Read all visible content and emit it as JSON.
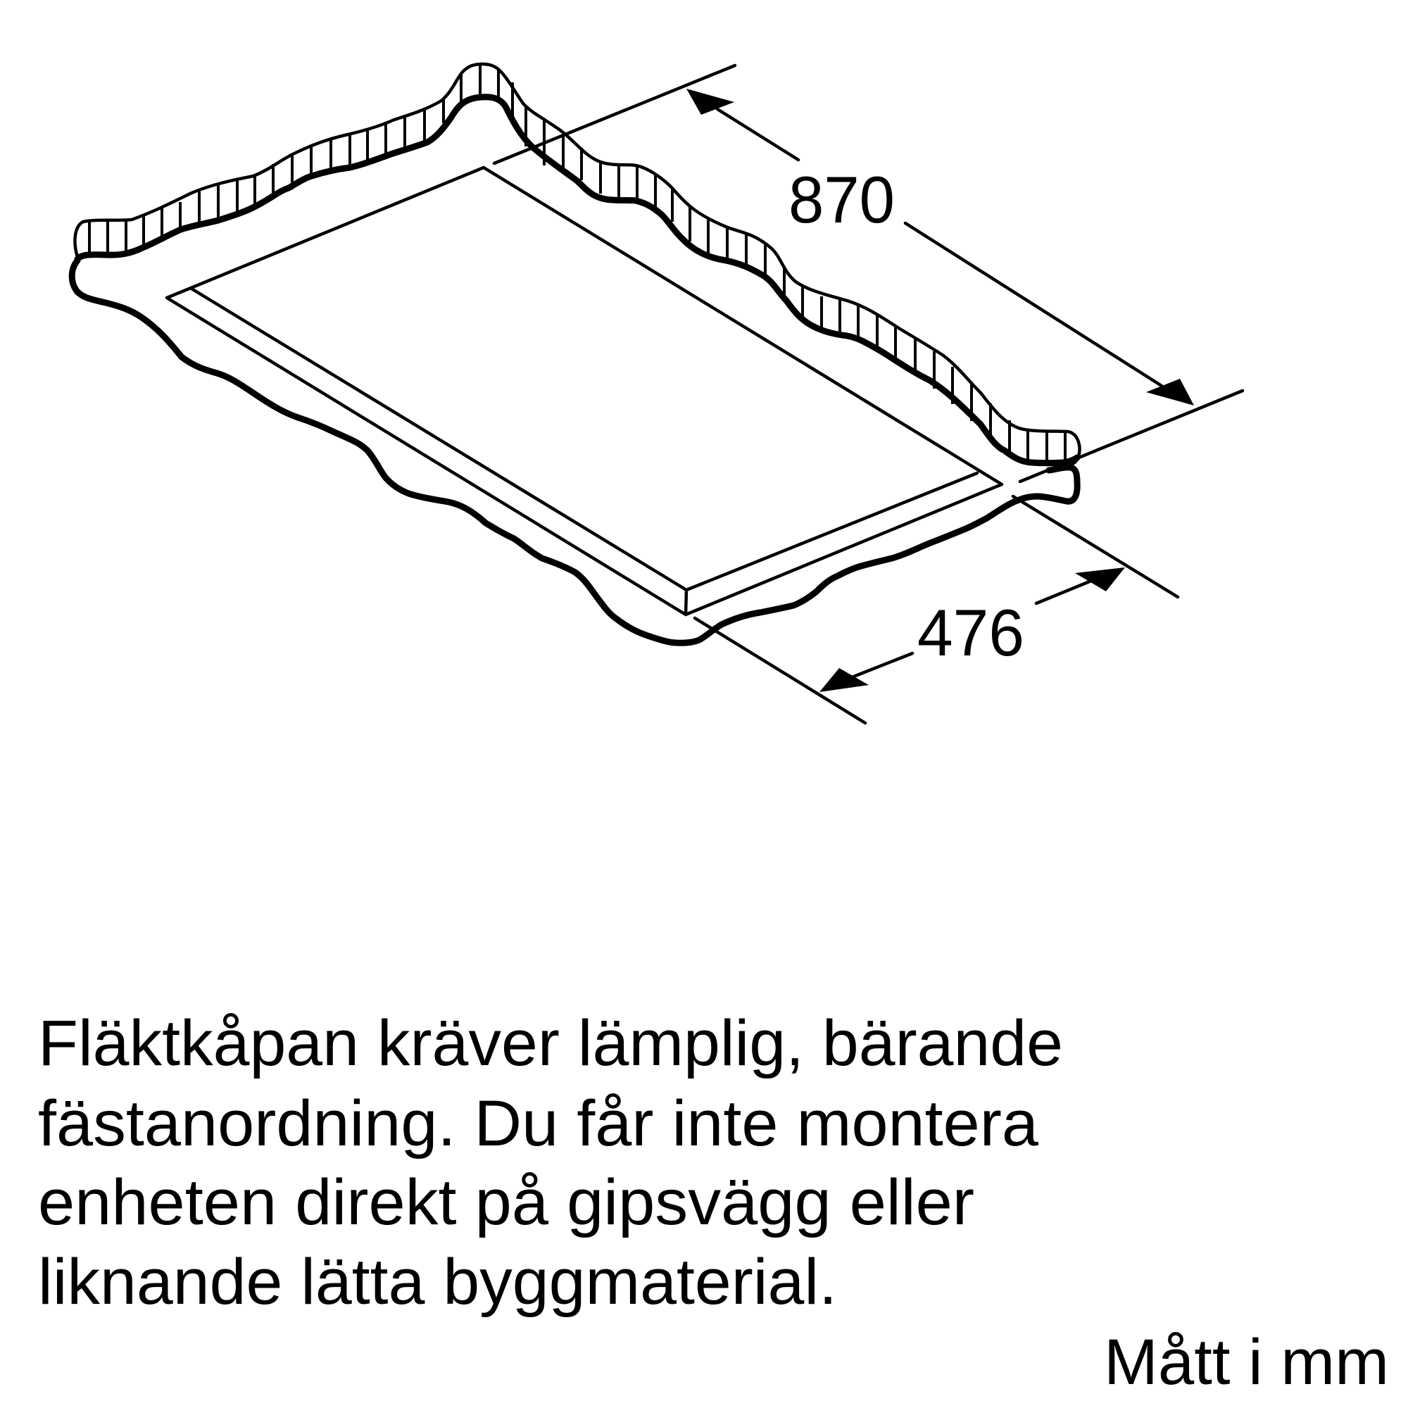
{
  "drawing": {
    "title": "Installation dimensions diagram - ceiling-mounted hood",
    "dimensions": {
      "length": {
        "value": "870",
        "label": "870"
      },
      "width": {
        "value": "476",
        "label": "476"
      }
    }
  },
  "note": {
    "lines": [
      "Fläktkåpan kräver lämplig, bärande",
      "fästanordning. Du får inte montera",
      "enheten direkt på gipsvägg eller",
      "liknande lätta byggmaterial."
    ]
  },
  "units": {
    "label": "Mått i mm"
  },
  "colors": {
    "ink": "#000000",
    "background": "#ffffff"
  }
}
